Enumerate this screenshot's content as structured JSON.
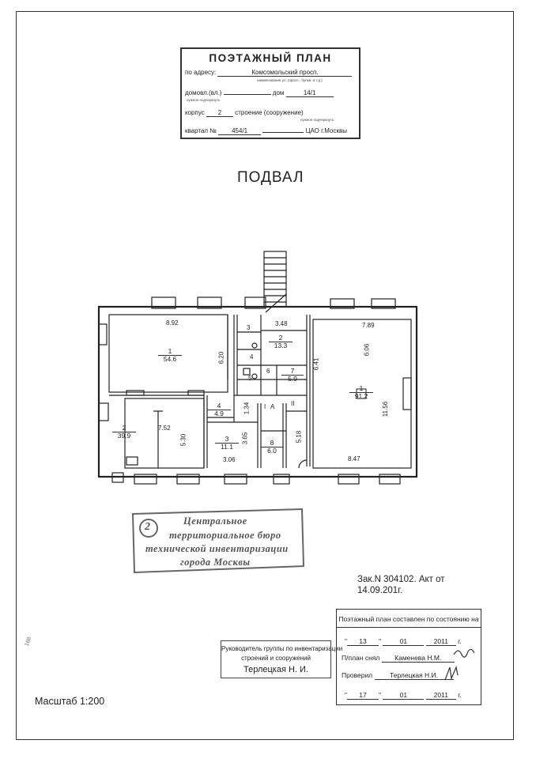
{
  "header": {
    "title": "ПОЭТАЖНЫЙ ПЛАН",
    "address_label": "по адресу:",
    "address_value": "Комсомольский просп.",
    "address_hint": "наименование ул. (просп., бульв. и т.д.)",
    "domovl_label": "домовл.(вл.)",
    "domovl_hint": "нужное подчеркнуть",
    "house_label": "дом",
    "house_value": "14/1",
    "korpus_label": "корпус",
    "korpus_value": "2",
    "stroenie_label": "строение (сооружение)",
    "stroenie_hint": "нужное подчеркнуть",
    "kvartal_label": "квартал №",
    "kvartal_value": "454/1",
    "district_value": "ЦАО г.Москвы"
  },
  "floor_title": "ПОДВАЛ",
  "plan": {
    "rooms": [
      {
        "num": "1",
        "area": "54.6"
      },
      {
        "num": "2",
        "area": "39.9"
      },
      {
        "num": "4",
        "area": "4.9"
      },
      {
        "num": "3",
        "area": "11.1"
      },
      {
        "num": "2",
        "area": "13.3"
      },
      {
        "num": "7",
        "area": "5.9"
      },
      {
        "num": "8",
        "area": "6.0"
      },
      {
        "num": "1",
        "area": "91.2"
      }
    ],
    "small_labels": [
      "3",
      "4",
      "5",
      "6",
      "I",
      "A",
      "II"
    ],
    "dimensions": [
      "8.92",
      "6.20",
      "7.52",
      "5.30",
      "3.65",
      "1.34",
      "3.06",
      "3.48",
      "6.41",
      "7.89",
      "6.06",
      "11.56",
      "5.18",
      "8.47"
    ]
  },
  "stamp": {
    "number": "2",
    "lines": [
      "Центральное",
      "территориальное бюро",
      "технической инвентаризации",
      "города Москвы"
    ]
  },
  "order": {
    "line1": "Зак.N 304102. Акт от",
    "line2": "14.09.201г."
  },
  "status": {
    "title": "Поэтажный план составлен по состоянию на",
    "date1_day": "13",
    "date1_month": "01",
    "date1_year": "2011",
    "year_suffix": "г.",
    "taken_label": "П/план снял",
    "taken_name": "Каменева Н.М.",
    "checked_label": "Проверил",
    "checked_name": "Терлецкая Н.И.",
    "date2_day": "17",
    "date2_month": "01",
    "date2_year": "2011"
  },
  "supervisor": {
    "line1": "Руководитель группы по инвентаризации",
    "line2": "строений и сооружений",
    "name": "Терлецкая Н. И."
  },
  "scale": "Масштаб 1:200",
  "margin_note": "168"
}
